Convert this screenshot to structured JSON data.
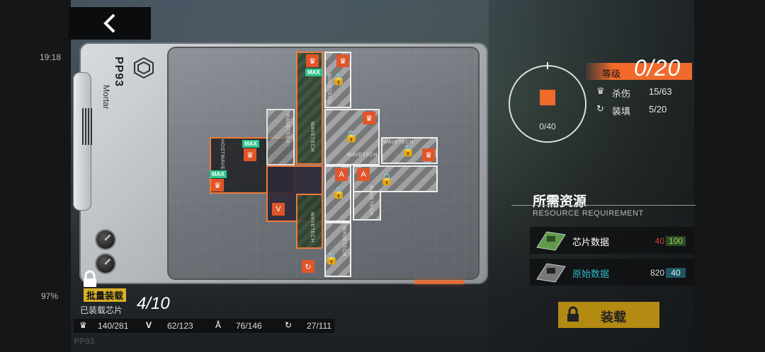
{
  "side": {
    "time": "19:18",
    "battery": "97%"
  },
  "gun": {
    "name": "PP93",
    "type": "Mortar"
  },
  "level": {
    "label": "等级",
    "value": "0/20"
  },
  "circle_value": "0/40",
  "stats": [
    {
      "icon": "kill-icon",
      "label": "杀伤",
      "value": "15/63"
    },
    {
      "icon": "reload-icon",
      "label": "装填",
      "value": "5/20"
    }
  ],
  "resources": {
    "title": "所需资源",
    "subtitle": "RESOURCE REQUIREMENT",
    "items": [
      {
        "name": "芯片数据",
        "have": "40",
        "need": "100",
        "have_color": "#e23b3b",
        "need_color": "#7cc24a"
      },
      {
        "name": "原始数据",
        "have": "820",
        "need": "40",
        "have_color": "#dddddd",
        "need_color": "#2fb9c7"
      }
    ]
  },
  "equip_button": "装载",
  "batch_label": "批量装载",
  "equipped_label": "已装载芯片",
  "equipped_count": "4/10",
  "bottom_stats": [
    {
      "icon": "kill-icon",
      "value": "140/281"
    },
    {
      "icon": "v-icon",
      "value": "62/123"
    },
    {
      "icon": "a-icon",
      "value": "76/146"
    },
    {
      "icon": "reload-icon",
      "value": "27/111"
    }
  ],
  "chip_labels": {
    "max": "MAX",
    "brand": "WAVETECH",
    "brand2": "HOSTWAVE"
  },
  "colors": {
    "accent": "#f06a2c",
    "max_badge": "#2ec58d",
    "equip_button": "#b38a12"
  }
}
